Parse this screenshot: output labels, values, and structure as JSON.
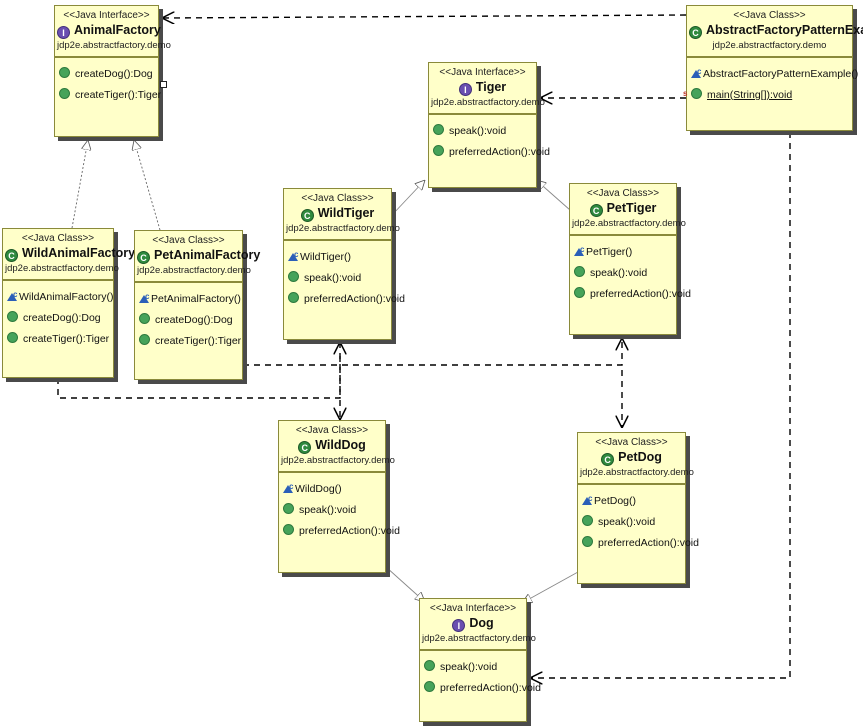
{
  "colors": {
    "box_fill": "#ffffc9",
    "box_border": "#8a8a3a",
    "class_icon": "#2f8a3e",
    "interface_icon": "#6a4fb0",
    "method_dot": "#46a35a",
    "ctor_icon": "#2b5fb8"
  },
  "boxes": {
    "animal_factory": {
      "stereotype": "<<Java Interface>>",
      "name": "AnimalFactory",
      "package": "jdp2e.abstractfactory.demo",
      "ops": [
        "createDog():Dog",
        "createTiger():Tiger"
      ]
    },
    "wild_animal_factory": {
      "stereotype": "<<Java Class>>",
      "name": "WildAnimalFactory",
      "package": "jdp2e.abstractfactory.demo",
      "ctor": "WildAnimalFactory()",
      "ops": [
        "createDog():Dog",
        "createTiger():Tiger"
      ]
    },
    "pet_animal_factory": {
      "stereotype": "<<Java Class>>",
      "name": "PetAnimalFactory",
      "package": "jdp2e.abstractfactory.demo",
      "ctor": "PetAnimalFactory()",
      "ops": [
        "createDog():Dog",
        "createTiger():Tiger"
      ]
    },
    "tiger": {
      "stereotype": "<<Java Interface>>",
      "name": "Tiger",
      "package": "jdp2e.abstractfactory.demo",
      "ops": [
        "speak():void",
        "preferredAction():void"
      ]
    },
    "wild_tiger": {
      "stereotype": "<<Java Class>>",
      "name": "WildTiger",
      "package": "jdp2e.abstractfactory.demo",
      "ctor": "WildTiger()",
      "ops": [
        "speak():void",
        "preferredAction():void"
      ]
    },
    "pet_tiger": {
      "stereotype": "<<Java Class>>",
      "name": "PetTiger",
      "package": "jdp2e.abstractfactory.demo",
      "ctor": "PetTiger()",
      "ops": [
        "speak():void",
        "preferredAction():void"
      ]
    },
    "example": {
      "stereotype": "<<Java Class>>",
      "name": "AbstractFactoryPatternExample",
      "package": "jdp2e.abstractfactory.demo",
      "ctor": "AbstractFactoryPatternExample()",
      "ops": [
        "main(String[]):void"
      ]
    },
    "wild_dog": {
      "stereotype": "<<Java Class>>",
      "name": "WildDog",
      "package": "jdp2e.abstractfactory.demo",
      "ctor": "WildDog()",
      "ops": [
        "speak():void",
        "preferredAction():void"
      ]
    },
    "pet_dog": {
      "stereotype": "<<Java Class>>",
      "name": "PetDog",
      "package": "jdp2e.abstractfactory.demo",
      "ctor": "PetDog()",
      "ops": [
        "speak():void",
        "preferredAction():void"
      ]
    },
    "dog": {
      "stereotype": "<<Java Interface>>",
      "name": "Dog",
      "package": "jdp2e.abstractfactory.demo",
      "ops": [
        "speak():void",
        "preferredAction():void"
      ]
    }
  }
}
